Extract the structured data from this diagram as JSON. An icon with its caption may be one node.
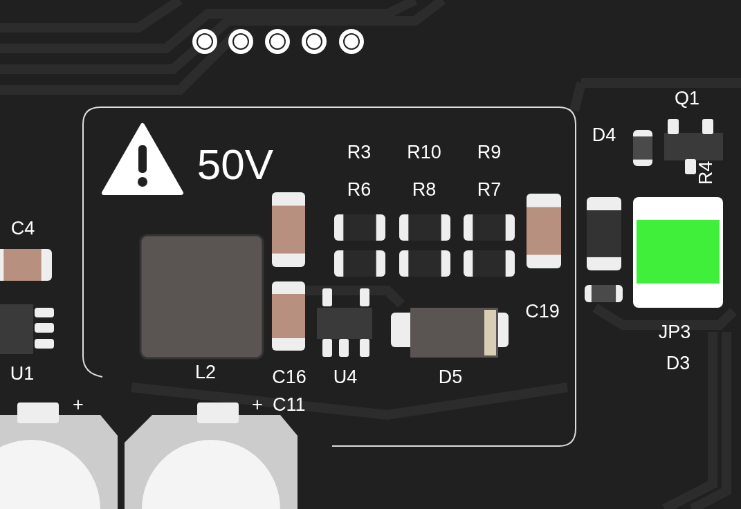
{
  "diagram": {
    "labels": [
      "Q1",
      "D4",
      "R3",
      "R10",
      "R9",
      "50V",
      "R4",
      "R6",
      "R8",
      "R7",
      "C4",
      "C19",
      "JP3",
      "U1",
      "L2",
      "C16",
      "U4",
      "D5",
      "D3",
      "+",
      "+",
      "C11"
    ]
  }
}
